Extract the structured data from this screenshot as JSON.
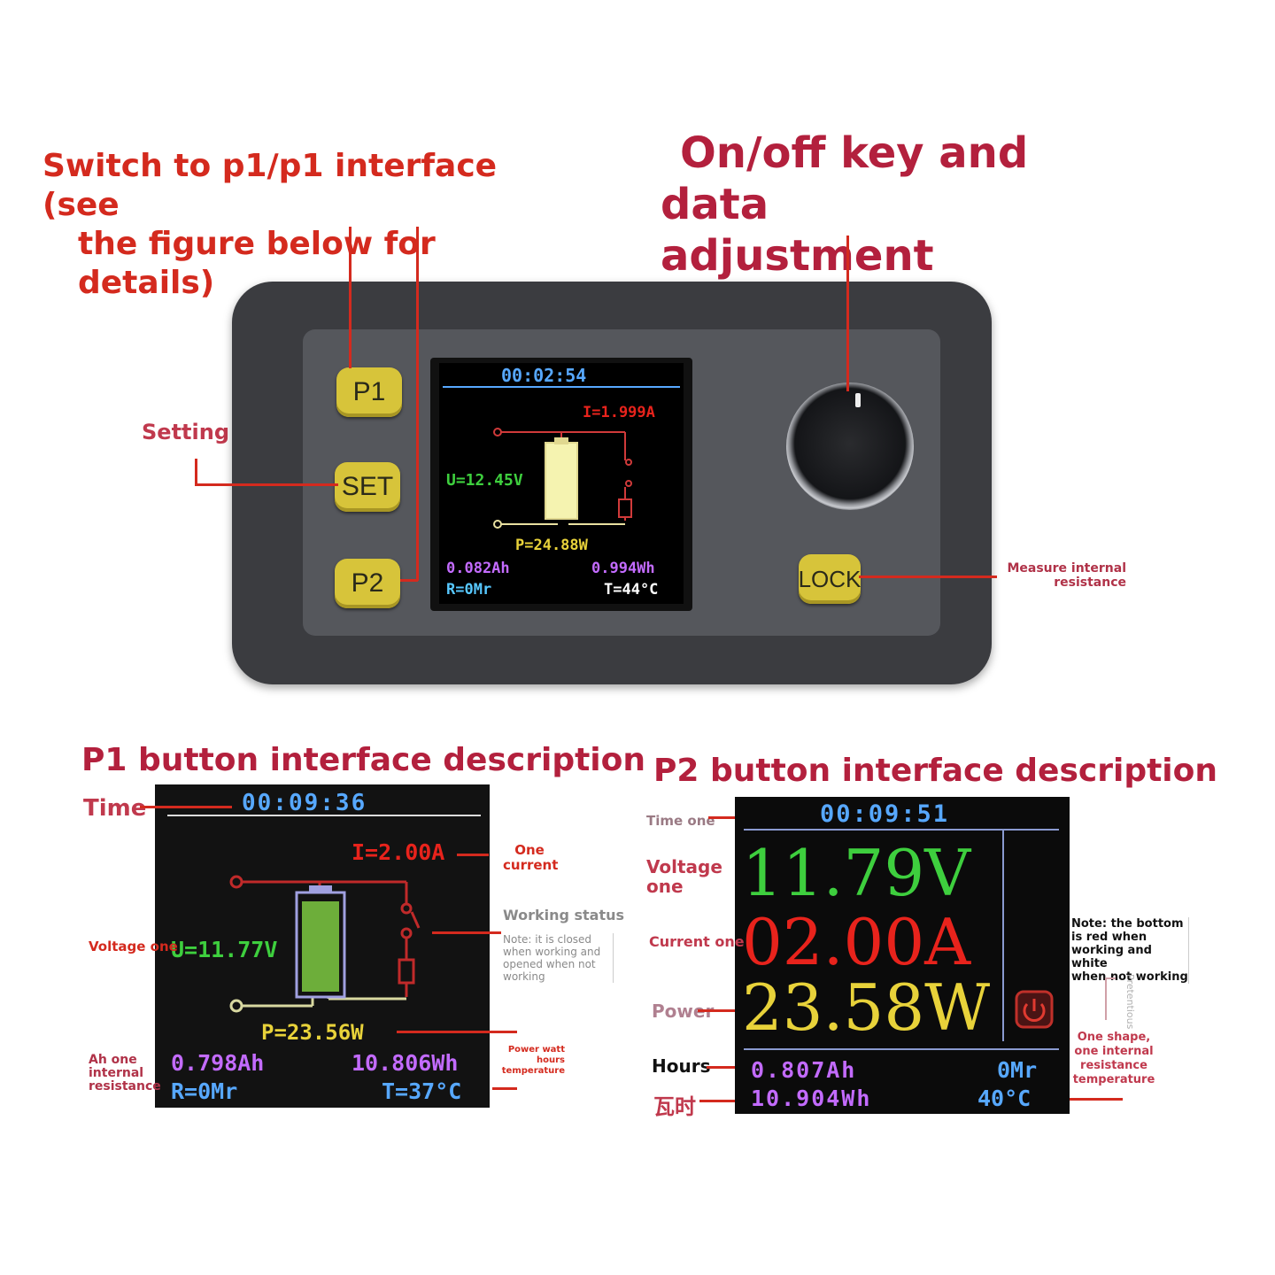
{
  "top": {
    "left_title_line1": "Switch to p1/p1 interface (see",
    "left_title_line2": "the figure below for details)",
    "right_title_line1": "On/off key and",
    "right_title_line2": "data adjustment",
    "setting_label": "Setting",
    "lock_label_line1": "Measure internal",
    "lock_label_line2": "resistance"
  },
  "device": {
    "buttons": {
      "p1": "P1",
      "set": "SET",
      "p2": "P2",
      "lock": "LOCK"
    },
    "screen": {
      "time": "00:02:54",
      "current": "I=1.999A",
      "voltage": "U=12.45V",
      "power": "P=24.88W",
      "ah": "0.082Ah",
      "wh": "0.994Wh",
      "resistance": "R=0Mr",
      "temperature": "T=44°C"
    }
  },
  "p1": {
    "title": "P1 button interface description",
    "labels": {
      "time": "Time",
      "current_line1": "One",
      "current_line2": "current",
      "working_status": "Working status",
      "note_line1": "Note: it is closed",
      "note_line2": "when working and",
      "note_line3": "opened when not",
      "note_line4": "working",
      "voltage": "Voltage one",
      "power_line1": "Power watt",
      "power_line2": "hours",
      "power_line3": "temperature",
      "ah_line1": "Ah one",
      "ah_line2": "internal",
      "ah_line3": "resistance"
    },
    "screen": {
      "time": "00:09:36",
      "current": "I=2.00A",
      "voltage": "U=11.77V",
      "power": "P=23.56W",
      "ah": "0.798Ah",
      "wh": "10.806Wh",
      "resistance": "R=0Mr",
      "temperature": "T=37°C"
    }
  },
  "p2": {
    "title": "P2 button interface description",
    "labels": {
      "time": "Time one",
      "voltage_line1": "Voltage",
      "voltage_line2": "one",
      "current": "Current one",
      "power": "Power",
      "hours": "Hours",
      "watt_hours": "瓦时",
      "note_line1": "Note: the bottom",
      "note_line2": "is red when",
      "note_line3": "working and white",
      "note_line4": "when not working",
      "side_vertical": "Pretentious",
      "shape_line1": "One shape,",
      "shape_line2": "one internal",
      "shape_line3": "resistance",
      "shape_line4": "temperature"
    },
    "screen": {
      "time": "00:09:51",
      "voltage": "11.79V",
      "current": "02.00A",
      "power": "23.58W",
      "ah": "0.807Ah",
      "resistance": "0Mr",
      "wh": "10.904Wh",
      "temperature": "40°C"
    }
  },
  "colors": {
    "annotation_red": "#d42a1e",
    "annotation_maroon": "#b3203d",
    "button_yellow": "#d7c43a",
    "screen_time_blue": "#57a8ff",
    "screen_voltage_green": "#3ecf3e",
    "screen_current_red": "#e8231c",
    "screen_power_yellow": "#e8d23a",
    "screen_ah_purple": "#c36bff"
  }
}
